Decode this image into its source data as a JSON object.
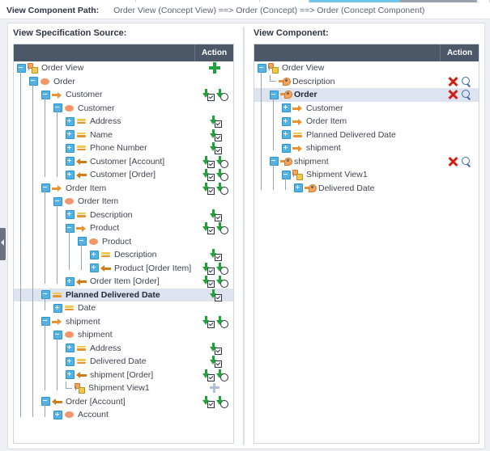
{
  "tabstrip": {
    "segments": [
      {
        "name": "tab-seg-1",
        "style": "plain",
        "width": 168
      },
      {
        "name": "tab-seg-2",
        "style": "plain",
        "width": 153
      },
      {
        "name": "tab-seg-3",
        "style": "plain",
        "width": 61
      },
      {
        "name": "tab-seg-4",
        "style": "accent",
        "width": 112
      },
      {
        "name": "tab-seg-5",
        "style": "dark",
        "width": 96
      },
      {
        "name": "tab-seg-6",
        "style": "plain",
        "width": 15
      }
    ]
  },
  "path": {
    "label": "View Component Path:",
    "value": "Order View (Concept View) ==> Order (Concept) ==> Order (Concept Component)"
  },
  "left_panel": {
    "title": "View Specification Source:",
    "action_header": "Action",
    "rows": [
      {
        "label": "Order View",
        "depth": 0,
        "icon": "view",
        "toggle": "minus",
        "bold": false,
        "selected": false,
        "actions": [
          "plus"
        ]
      },
      {
        "label": "Order",
        "depth": 1,
        "icon": "concept",
        "toggle": "minus",
        "bold": false,
        "selected": false,
        "actions": []
      },
      {
        "label": "Customer",
        "depth": 2,
        "icon": "rel-r",
        "toggle": "minus",
        "bold": false,
        "selected": false,
        "actions": [
          "down",
          "down2"
        ]
      },
      {
        "label": "Customer",
        "depth": 3,
        "icon": "concept",
        "toggle": "minus",
        "bold": false,
        "selected": false,
        "actions": []
      },
      {
        "label": "Address",
        "depth": 4,
        "icon": "attr",
        "toggle": "plus",
        "bold": false,
        "selected": false,
        "actions": [
          "down"
        ]
      },
      {
        "label": "Name",
        "depth": 4,
        "icon": "attr",
        "toggle": "plus",
        "bold": false,
        "selected": false,
        "actions": [
          "down"
        ]
      },
      {
        "label": "Phone Number",
        "depth": 4,
        "icon": "attr",
        "toggle": "plus",
        "bold": false,
        "selected": false,
        "actions": [
          "down"
        ]
      },
      {
        "label": "Customer [Account]",
        "depth": 4,
        "icon": "rel-l",
        "toggle": "plus",
        "bold": false,
        "selected": false,
        "actions": [
          "down",
          "down2"
        ]
      },
      {
        "label": "Customer [Order]",
        "depth": 4,
        "icon": "rel-l",
        "toggle": "plus",
        "bold": false,
        "selected": false,
        "actions": [
          "down",
          "down2"
        ]
      },
      {
        "label": "Order Item",
        "depth": 2,
        "icon": "rel-r",
        "toggle": "minus",
        "bold": false,
        "selected": false,
        "actions": [
          "down",
          "down2"
        ]
      },
      {
        "label": "Order Item",
        "depth": 3,
        "icon": "concept",
        "toggle": "minus",
        "bold": false,
        "selected": false,
        "actions": []
      },
      {
        "label": "Description",
        "depth": 4,
        "icon": "attr",
        "toggle": "plus",
        "bold": false,
        "selected": false,
        "actions": [
          "down"
        ]
      },
      {
        "label": "Product",
        "depth": 4,
        "icon": "rel-r",
        "toggle": "minus",
        "bold": false,
        "selected": false,
        "actions": [
          "down",
          "down2"
        ]
      },
      {
        "label": "Product",
        "depth": 5,
        "icon": "concept",
        "toggle": "minus",
        "bold": false,
        "selected": false,
        "actions": []
      },
      {
        "label": "Description",
        "depth": 6,
        "icon": "attr",
        "toggle": "plus",
        "bold": false,
        "selected": false,
        "actions": [
          "down"
        ]
      },
      {
        "label": "Product [Order Item]",
        "depth": 6,
        "icon": "rel-l",
        "toggle": "plus",
        "bold": false,
        "selected": false,
        "actions": [
          "down",
          "down2"
        ]
      },
      {
        "label": "Order Item [Order]",
        "depth": 4,
        "icon": "rel-l",
        "toggle": "plus",
        "bold": false,
        "selected": false,
        "actions": [
          "down",
          "down2"
        ]
      },
      {
        "label": "Planned Delivered Date",
        "depth": 2,
        "icon": "attr",
        "toggle": "minus",
        "bold": true,
        "selected": true,
        "actions": [
          "down"
        ]
      },
      {
        "label": "Date",
        "depth": 3,
        "icon": "attr",
        "toggle": "plus",
        "bold": false,
        "selected": false,
        "actions": []
      },
      {
        "label": "shipment",
        "depth": 2,
        "icon": "rel-r",
        "toggle": "minus",
        "bold": false,
        "selected": false,
        "actions": [
          "down",
          "down2"
        ]
      },
      {
        "label": "shipment",
        "depth": 3,
        "icon": "concept",
        "toggle": "minus",
        "bold": false,
        "selected": false,
        "actions": []
      },
      {
        "label": "Address",
        "depth": 4,
        "icon": "attr",
        "toggle": "plus",
        "bold": false,
        "selected": false,
        "actions": [
          "down"
        ]
      },
      {
        "label": "Delivered Date",
        "depth": 4,
        "icon": "attr",
        "toggle": "plus",
        "bold": false,
        "selected": false,
        "actions": [
          "down"
        ]
      },
      {
        "label": "shipment [Order]",
        "depth": 4,
        "icon": "rel-l",
        "toggle": "plus",
        "bold": false,
        "selected": false,
        "actions": [
          "down",
          "down2"
        ]
      },
      {
        "label": "Shipment View1",
        "depth": 4,
        "icon": "view",
        "toggle": "elbow",
        "bold": false,
        "selected": false,
        "actions": [
          "plus-dim"
        ]
      },
      {
        "label": "Order [Account]",
        "depth": 2,
        "icon": "rel-l",
        "toggle": "minus",
        "bold": false,
        "selected": false,
        "actions": [
          "down",
          "down2"
        ]
      },
      {
        "label": "Account",
        "depth": 3,
        "icon": "concept",
        "toggle": "plus",
        "bold": false,
        "selected": false,
        "actions": []
      }
    ]
  },
  "right_panel": {
    "title": "View Component:",
    "action_header": "Action",
    "rows": [
      {
        "label": "Order View",
        "depth": 0,
        "icon": "view",
        "toggle": "minus",
        "bold": false,
        "selected": false,
        "actions": []
      },
      {
        "label": "Description",
        "depth": 1,
        "icon": "comp",
        "toggle": "elbow",
        "bold": false,
        "selected": false,
        "actions": [
          "del",
          "find"
        ]
      },
      {
        "label": "Order",
        "depth": 1,
        "icon": "comp",
        "toggle": "minus",
        "bold": true,
        "selected": true,
        "actions": [
          "del",
          "find"
        ]
      },
      {
        "label": "Customer",
        "depth": 2,
        "icon": "rel-r",
        "toggle": "plus",
        "bold": false,
        "selected": false,
        "actions": []
      },
      {
        "label": "Order Item",
        "depth": 2,
        "icon": "rel-r",
        "toggle": "plus",
        "bold": false,
        "selected": false,
        "actions": []
      },
      {
        "label": "Planned Delivered Date",
        "depth": 2,
        "icon": "attr",
        "toggle": "plus",
        "bold": false,
        "selected": false,
        "actions": []
      },
      {
        "label": "shipment",
        "depth": 2,
        "icon": "rel-r",
        "toggle": "plus",
        "bold": false,
        "selected": false,
        "actions": []
      },
      {
        "label": "shipment",
        "depth": 1,
        "icon": "comp",
        "toggle": "minus",
        "bold": false,
        "selected": false,
        "actions": [
          "del",
          "find"
        ]
      },
      {
        "label": "Shipment View1",
        "depth": 2,
        "icon": "view",
        "toggle": "minus",
        "bold": false,
        "selected": false,
        "actions": []
      },
      {
        "label": "Delivered Date",
        "depth": 3,
        "icon": "comp",
        "toggle": "plus",
        "bold": false,
        "selected": false,
        "actions": []
      }
    ]
  },
  "colors": {
    "header_bar": "#4c5768",
    "selection": "#dde4ef",
    "accent_blue": "#4fb3e8",
    "action_green": "#22a33e",
    "action_red": "#d0201a",
    "action_blue": "#3f6aa8",
    "tab_accent": "#6ec6ea"
  }
}
